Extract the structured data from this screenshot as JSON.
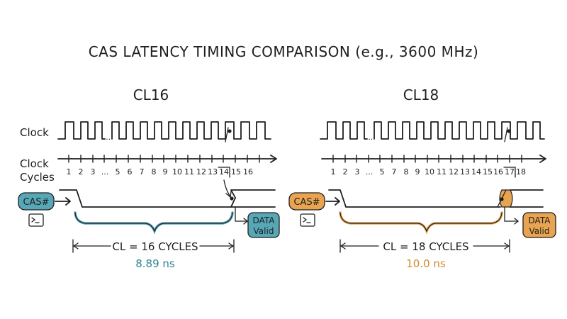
{
  "title": "CAS LATENCY TIMING COMPARISON (e.g., 3600 MHz)",
  "labels": {
    "clock": "Clock",
    "clock_cycles_line1": "Clock",
    "clock_cycles_line2": "Cycles",
    "ellipsis": "..."
  },
  "panels": [
    {
      "id": "cl16",
      "title": "CL16",
      "accent": "#57a7b7",
      "accent_text": "#2f8393",
      "tick_labels": [
        "1",
        "2",
        "3",
        "...",
        "5",
        "6",
        "7",
        "8",
        "9",
        "10",
        "11",
        "12",
        "13",
        "14",
        "15",
        "16"
      ],
      "signal_tag": "CAS#",
      "data_valid_line1": "DATA",
      "data_valid_line2": "Valid",
      "cl_text": "CL = 16 CYCLES",
      "cl_cycles": 16,
      "time_text": "8.89 ns"
    },
    {
      "id": "cl18",
      "title": "CL18",
      "accent": "#e8a451",
      "accent_text": "#d48a2a",
      "tick_labels": [
        "1",
        "2",
        "3",
        "...",
        "5",
        "7",
        "8",
        "9",
        "10",
        "11",
        "12",
        "13",
        "14",
        "15",
        "16",
        "17",
        "18"
      ],
      "signal_tag": "CAS#",
      "data_valid_line1": "DATA",
      "data_valid_line2": "Valid",
      "cl_text": "CL = 18 CYCLES",
      "cl_cycles": 18,
      "time_text": "10.0 ns"
    }
  ]
}
